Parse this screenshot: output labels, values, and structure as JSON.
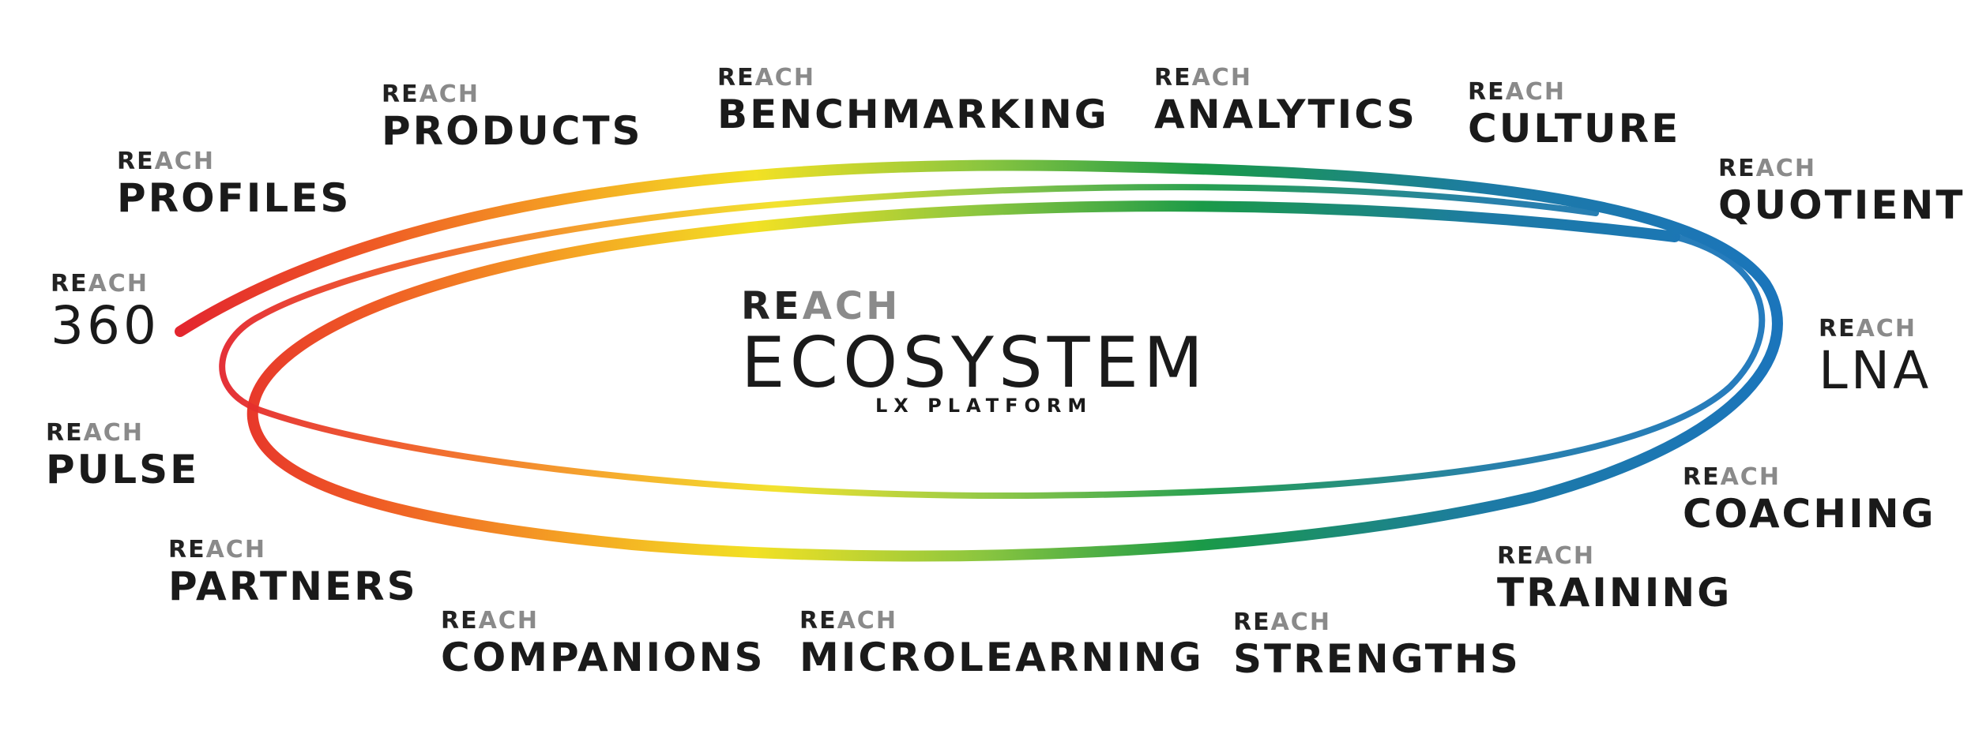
{
  "center": {
    "brand_re": "RE",
    "brand_ach": "ACH",
    "title": "ECOSYSTEM",
    "subtitle": "LX PLATFORM"
  },
  "modules": [
    {
      "key": "360",
      "brand_re": "RE",
      "brand_ach": "ACH",
      "name": "360"
    },
    {
      "key": "profiles",
      "brand_re": "RE",
      "brand_ach": "ACH",
      "name": "PROFILES"
    },
    {
      "key": "products",
      "brand_re": "RE",
      "brand_ach": "ACH",
      "name": "PRODUCTS"
    },
    {
      "key": "benchmarking",
      "brand_re": "RE",
      "brand_ach": "ACH",
      "name": "BENCHMARKING"
    },
    {
      "key": "analytics",
      "brand_re": "RE",
      "brand_ach": "ACH",
      "name": "ANALYTICS"
    },
    {
      "key": "culture",
      "brand_re": "RE",
      "brand_ach": "ACH",
      "name": "CULTURE"
    },
    {
      "key": "quotient",
      "brand_re": "RE",
      "brand_ach": "ACH",
      "name": "QUOTIENT"
    },
    {
      "key": "lna",
      "brand_re": "RE",
      "brand_ach": "ACH",
      "name": "LNA"
    },
    {
      "key": "coaching",
      "brand_re": "RE",
      "brand_ach": "ACH",
      "name": "COACHING"
    },
    {
      "key": "training",
      "brand_re": "RE",
      "brand_ach": "ACH",
      "name": "TRAINING"
    },
    {
      "key": "strengths",
      "brand_re": "RE",
      "brand_ach": "ACH",
      "name": "STRENGTHS"
    },
    {
      "key": "microlearning",
      "brand_re": "RE",
      "brand_ach": "ACH",
      "name": "MICROLEARNING"
    },
    {
      "key": "companions",
      "brand_re": "RE",
      "brand_ach": "ACH",
      "name": "COMPANIONS"
    },
    {
      "key": "partners",
      "brand_re": "RE",
      "brand_ach": "ACH",
      "name": "PARTNERS"
    },
    {
      "key": "pulse",
      "brand_re": "RE",
      "brand_ach": "ACH",
      "name": "PULSE"
    }
  ],
  "colors": {
    "gradient": [
      "#e3262e",
      "#ef6a25",
      "#f5a623",
      "#f2e124",
      "#8cc63f",
      "#1a9a48",
      "#1d7aa6",
      "#1b75bb"
    ],
    "text_dark": "#1a1a1a",
    "text_grey": "#8a8a8a"
  }
}
